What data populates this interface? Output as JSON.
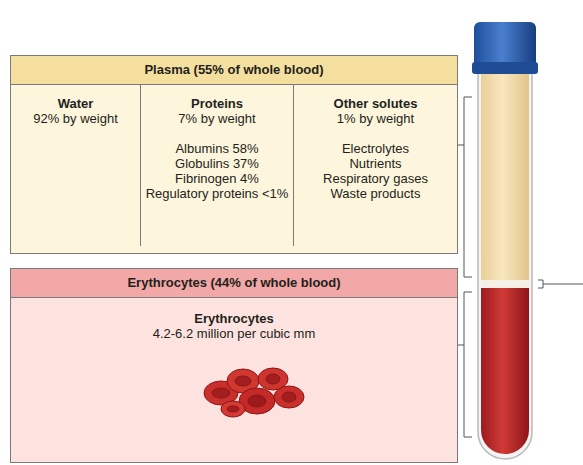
{
  "diagram": {
    "nodes": [
      {
        "text": [
          "Plasma (55% of whole blood)"
        ]
      },
      {
        "text": [
          "Water",
          "92% by weight"
        ],
        "in": 0
      },
      {
        "text": [
          "Proteins",
          "7% by weight",
          "Albumins 58%",
          "Globulins 37%",
          "Fibrinogen 4%",
          "Regulatory proteins <1%"
        ],
        "in": 0
      },
      {
        "text": [
          "Other solutes",
          "1% by weight",
          "Electrolytes",
          "Nutrients",
          "Respiratory gases",
          "Waste products"
        ],
        "in": 0
      },
      {
        "text": [
          "Erythrocytes (44% of whole blood)"
        ]
      },
      {
        "text": [
          "Erythrocytes",
          "4.2-6.2 million per cubic mm"
        ],
        "in": 4
      }
    ]
  }
}
